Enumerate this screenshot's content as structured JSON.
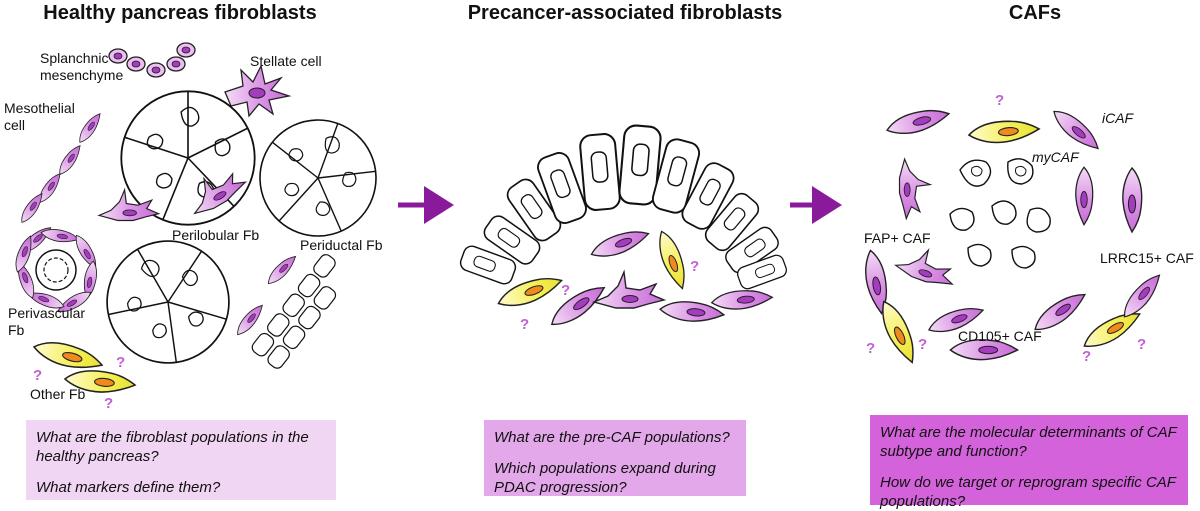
{
  "titles": {
    "healthy": "Healthy pancreas fibroblasts",
    "precaf": "Precancer-associated fibroblasts",
    "caf": "CAFs"
  },
  "labels": {
    "splanchnic": "Splanchnic\nmesenchyme",
    "stellate": "Stellate cell",
    "mesothelial": "Mesothelial\ncell",
    "perilobular": "Perilobular Fb",
    "periductal": "Periductal Fb",
    "perivascular": "Perivascular\nFb",
    "other": "Other Fb",
    "icaf": "iCAF",
    "mycaf": "myCAF",
    "fap": "FAP+ CAF",
    "lrrc15": "LRRC15+ CAF",
    "cd105": "CD105+ CAF"
  },
  "question_mark": "?",
  "questions": {
    "healthy": [
      "What are the fibroblast populations in the healthy pancreas?",
      "What markers define them?"
    ],
    "precaf": [
      "What are the pre-CAF populations?",
      "Which populations expand during PDAC progression?"
    ],
    "caf": [
      "What are the molecular determinants of CAF subtype and function?",
      "How do we target or reprogram specific CAF populations?"
    ]
  },
  "colors": {
    "arrow": "#8a1a9c",
    "box_healthy": "#f1d6f4",
    "box_precaf": "#e3a8ea",
    "box_caf": "#d463db",
    "question_mark": "#c061d3",
    "cell_purple": "#d58fe0",
    "cell_yellow": "#f1ee4a",
    "nucleus_purple": "#a53cbf",
    "nucleus_orange": "#f08a1e"
  }
}
